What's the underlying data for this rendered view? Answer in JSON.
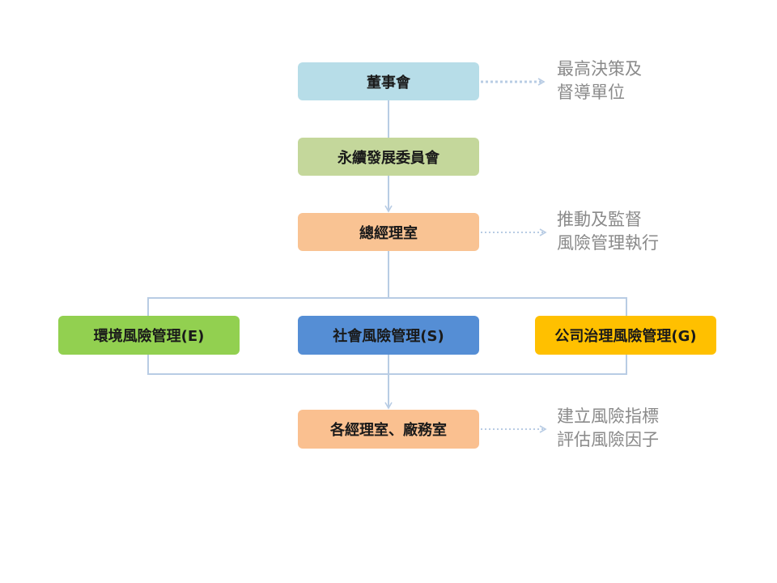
{
  "nodes": {
    "board": {
      "label": "董事會",
      "color": "#b7dde8"
    },
    "committee": {
      "label": "永續發展委員會",
      "color": "#c4d79b"
    },
    "gm_office": {
      "label": "總經理室",
      "color": "#f9c393"
    },
    "environment": {
      "label": "環境風險管理(E)",
      "color": "#92d050"
    },
    "social": {
      "label": "社會風險管理(S)",
      "color": "#558ed5"
    },
    "governance": {
      "label": "公司治理風險管理(G)",
      "color": "#ffc000"
    },
    "depts": {
      "label": "各經理室、廠務室",
      "color": "#fac090"
    }
  },
  "notes": {
    "board": [
      "最高決策及",
      "督導單位"
    ],
    "gm_office": [
      "推動及監督",
      "風險管理執行"
    ],
    "depts": [
      "建立風險指標",
      "評估風險因子"
    ]
  },
  "connector_color": "#b8cce4"
}
